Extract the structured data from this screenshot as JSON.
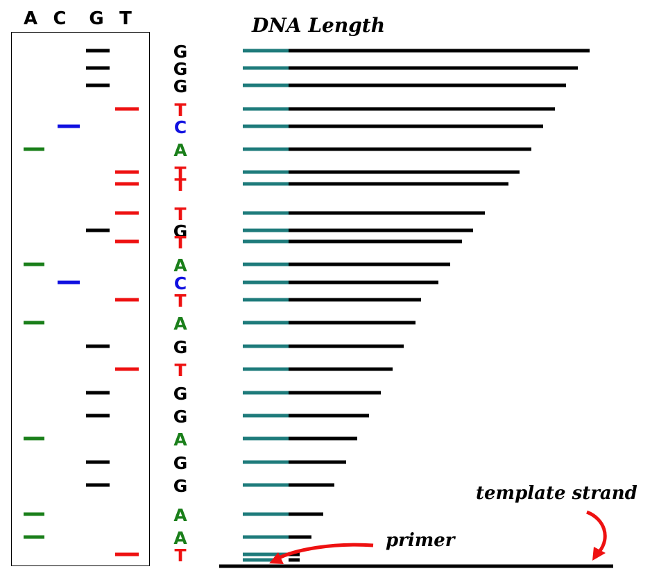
{
  "title": "DNA Length",
  "lane_headers": [
    "A",
    "C",
    "G",
    "T"
  ],
  "colors": {
    "A": "#1a7f1a",
    "C": "#1010e0",
    "G": "#000000",
    "T": "#ee1111",
    "primer": "#1e7b7b",
    "strand": "#000000"
  },
  "sequence": [
    "G",
    "G",
    "G",
    "T",
    "C",
    "A",
    "T",
    "T",
    "T",
    "G",
    "T",
    "A",
    "C",
    "T",
    "A",
    "G",
    "T",
    "G",
    "G",
    "A",
    "G",
    "G",
    "A",
    "A",
    "T"
  ],
  "labels": {
    "primer": "primer",
    "template": "template strand"
  }
}
